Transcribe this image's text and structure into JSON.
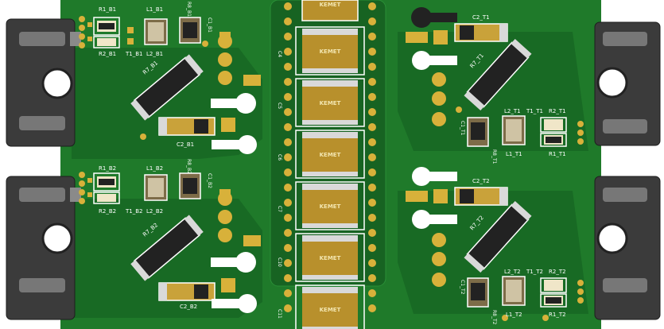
{
  "brand": "KEMET",
  "colors": {
    "board": "#1f7a2a",
    "board_dark": "#176322",
    "copper": "#c7b24a",
    "pad_gold": "#d8b13a",
    "cap_body": "#b8902c",
    "cap_end": "#d9d9d9",
    "resistor_body": "#222222",
    "heatsink": "#3b3b3b",
    "silkscreen": "#ffffff"
  },
  "left_top_labels": {
    "r1": "R1_B1",
    "l1": "L1_B1",
    "r2": "R2_B1",
    "t1": "T1_B1",
    "l2": "L2_B1",
    "r7": "R7_B1",
    "c2": "C2_B1",
    "c1": "C1_B1",
    "r8": "R8_B1"
  },
  "left_bottom_labels": {
    "r1": "R1_B2",
    "l1": "L1_B2",
    "r2": "R2_B2",
    "t1": "T1_B2",
    "l2": "L2_B2",
    "r7": "R7_B2",
    "c2": "C2_B2",
    "c1": "C1_B2",
    "r8": "R8_B2"
  },
  "right_top_labels": {
    "c2": "C2_T1",
    "r7": "R7_T1",
    "l2": "L2_T1",
    "t1": "T1_T1",
    "r2": "R2_T1",
    "l1": "L1_T1",
    "r1": "R1_T1",
    "c1": "C1_T1",
    "r8": "R8_T1"
  },
  "right_bottom_labels": {
    "c2": "C2_T2",
    "r7": "R7_T2",
    "l2": "L2_T2",
    "t1": "T1_T2",
    "r2": "R2_T2",
    "l1": "L1_T2",
    "r1": "R1_T2",
    "c1": "C1_T2",
    "r8": "R8_T2"
  },
  "center_caps": [
    "C4",
    "C5",
    "C6",
    "C7",
    "C10",
    "C11"
  ]
}
